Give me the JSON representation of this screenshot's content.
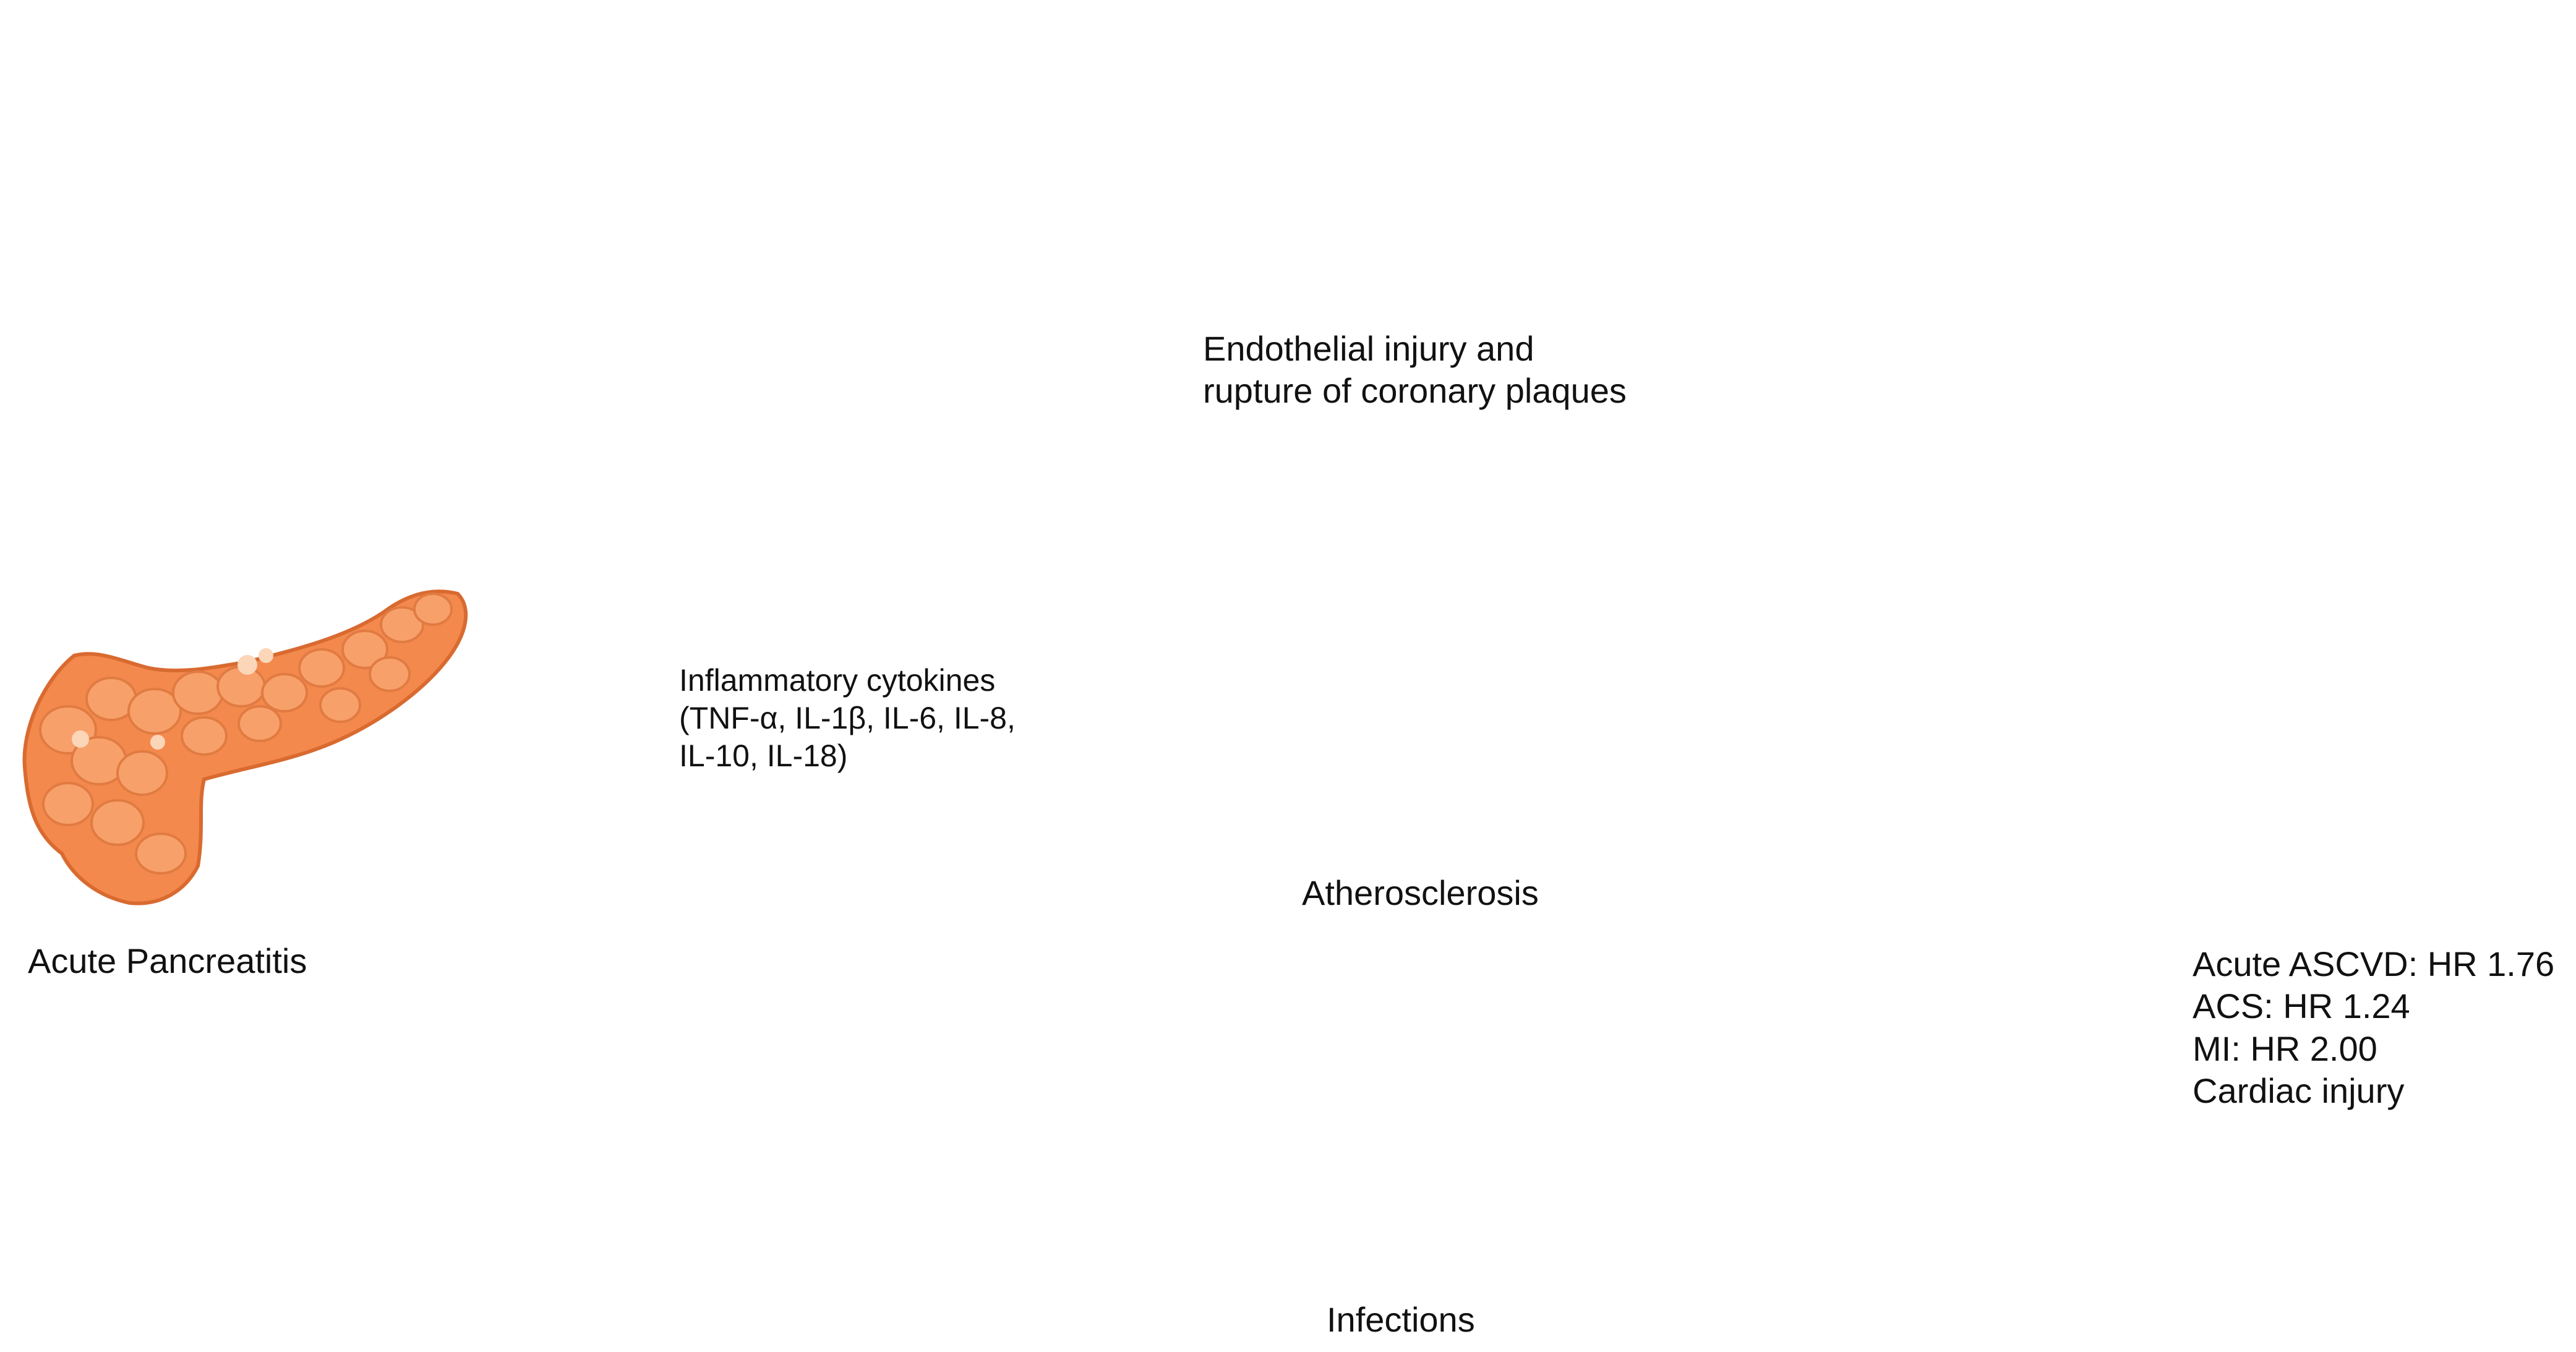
{
  "nodes": {
    "pancreas": {
      "label": "Acute Pancreatitis"
    },
    "cytokines": {
      "lines": [
        "Inflammatory cytokines",
        "(TNF-α, IL-1β, IL-6, IL-8,",
        "IL-10, IL-18)"
      ]
    },
    "endothelial": {
      "lines": [
        "Endothelial injury and",
        "rupture of coronary plaques"
      ]
    },
    "atherosclerosis": {
      "label": "Atherosclerosis"
    },
    "infections": {
      "label": "Infections"
    },
    "heart": {
      "lines": [
        "Acute ASCVD: HR 1.76",
        "ACS: HR 1.24",
        "MI: HR 2.00",
        "Cardiac injury"
      ]
    }
  },
  "colors": {
    "pancreas": "#f4894d",
    "artery_wall": "#e06d6b",
    "plaque": "#fbe8c4",
    "blood_cell": "#c92c3c",
    "bacteria": "#e86a7e",
    "heart_red": "#e0343c",
    "heart_blue": "#1f8fd6",
    "arrow": "#111111"
  },
  "icons": [
    "pancreas-icon",
    "blood-vessel-icon",
    "artery-cross-section-icon",
    "bacteria-icon",
    "heart-icon"
  ]
}
